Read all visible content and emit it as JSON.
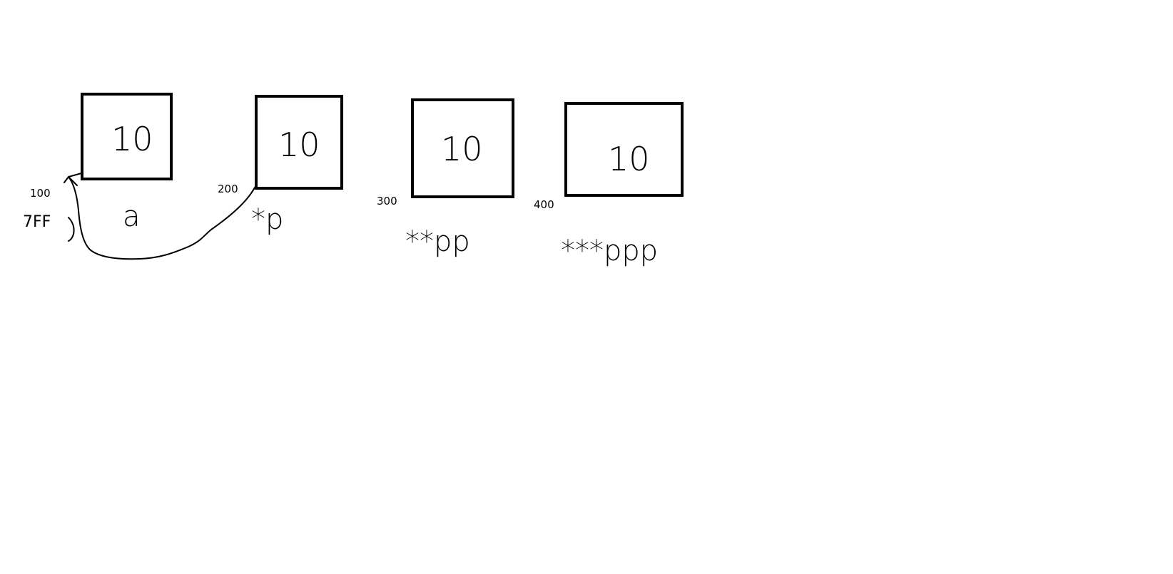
{
  "colors": {
    "ink": "#000000",
    "paper": "#ffffff"
  },
  "cells": [
    {
      "value": "10",
      "name": "a",
      "address": "100"
    },
    {
      "value": "10",
      "name": "*p",
      "address": "200"
    },
    {
      "value": "10",
      "name": "**pp",
      "address": "300"
    },
    {
      "value": "10",
      "name": "***ppp",
      "address": "400"
    }
  ],
  "annotation": {
    "text": "7FF"
  }
}
